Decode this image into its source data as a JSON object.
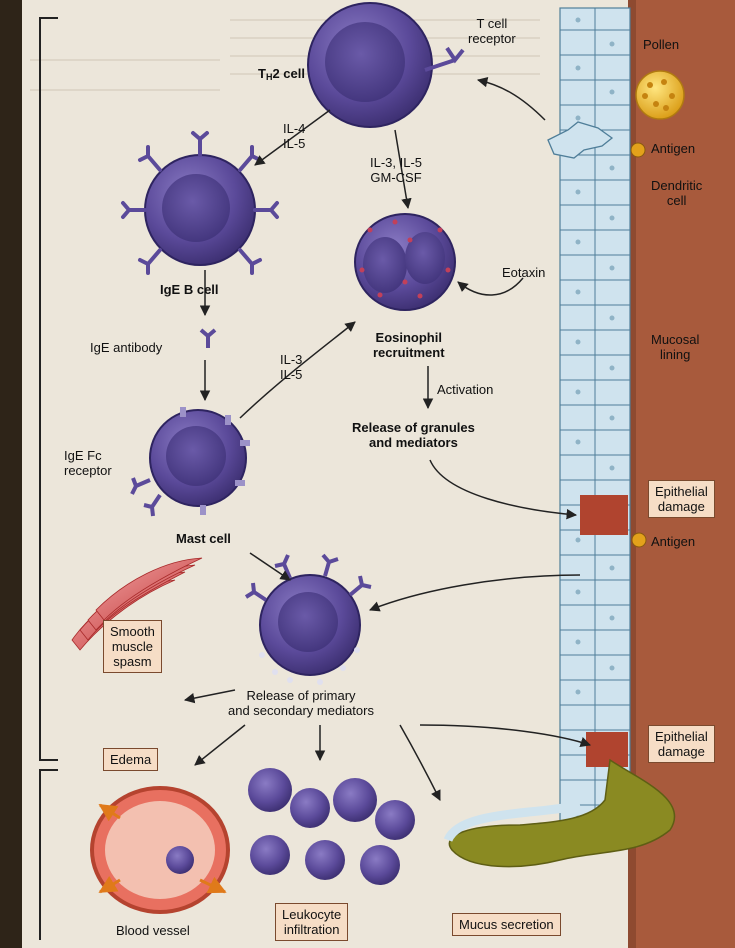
{
  "labels": {
    "th2_cell_prefix": "T",
    "th2_cell_sub": "H",
    "th2_cell_suffix": "2 cell",
    "t_cell_receptor": "T cell\nreceptor",
    "pollen": "Pollen",
    "antigen_top": "Antigen",
    "dendritic_cell": "Dendritic\ncell",
    "il4_il5": "IL-4\nIL-5",
    "il3_il5_gmcsf": "IL-3, IL-5\nGM-CSF",
    "eotaxin": "Eotaxin",
    "ige_b_cell": "IgE B cell",
    "mucosal_lining": "Mucosal\nlining",
    "ige_antibody": "IgE antibody",
    "il3_il5_mid": "IL-3\nIL-5",
    "eosinophil_recruitment": "Eosinophil\nrecruitment",
    "activation": "Activation",
    "release_granules": "Release of granules\nand mediators",
    "ige_fc_receptor": "IgE Fc\nreceptor",
    "epithelial_damage_top": "Epithelial\ndamage",
    "mast_cell": "Mast cell",
    "antigen_mid": "Antigen",
    "smooth_muscle_spasm": "Smooth\nmuscle\nspasm",
    "release_primary_secondary": "Release of primary\nand secondary mediators",
    "epithelial_damage_bottom": "Epithelial\ndamage",
    "edema": "Edema",
    "blood_vessel": "Blood vessel",
    "leukocyte_infiltration": "Leukocyte\ninfiltration",
    "mucus_secretion": "Mucus secretion"
  },
  "colors": {
    "cell_purple": "#5b4a9a",
    "epithelium_blue": "#cfe3ee",
    "tissue_brown": "#a85a3c",
    "label_box_fill": "#f6ddc6",
    "mucus_green": "#8a8a22",
    "page_paper": "#efe9df"
  }
}
